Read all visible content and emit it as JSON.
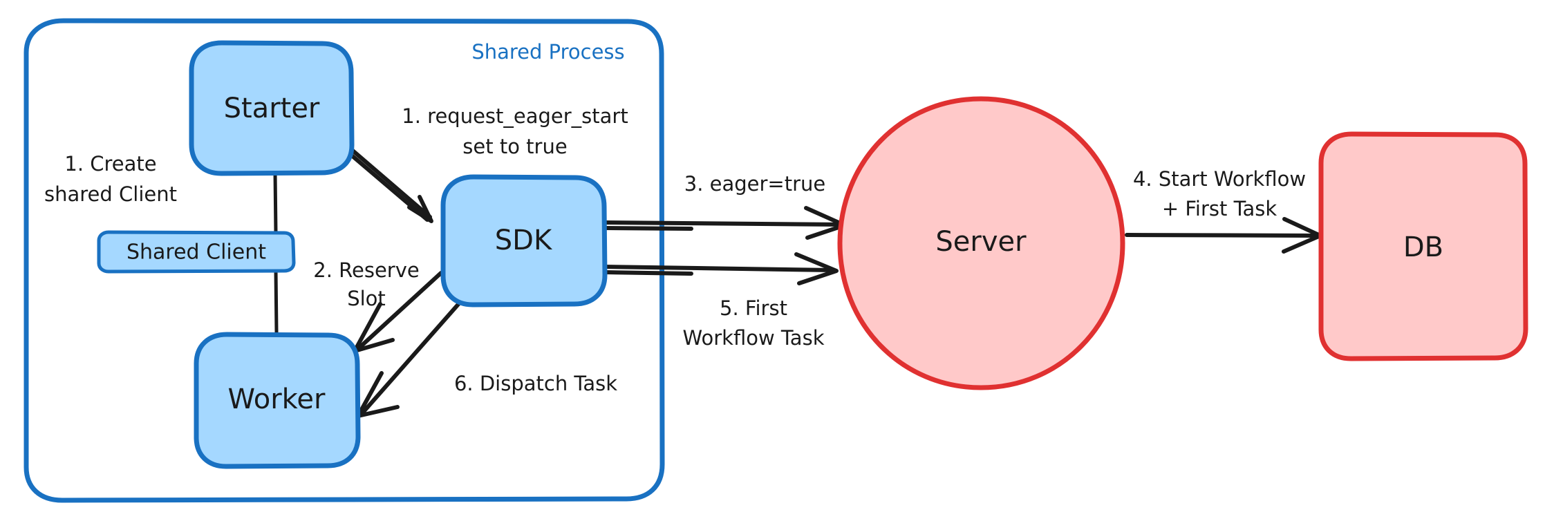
{
  "diagram": {
    "title": "Eager Workflow Start sequence diagram",
    "colors": {
      "blue_fill": "#a5d8ff",
      "blue_stroke": "#1971c2",
      "pink_fill": "#ffc9c9",
      "red_stroke": "#e03131",
      "ink": "#1a1a1a",
      "background": "#ffffff"
    },
    "group": {
      "label": "Shared Process"
    },
    "nodes": {
      "starter": {
        "label": "Starter",
        "shape": "rounded-rect",
        "fill": "#a5d8ff"
      },
      "shared_client": {
        "label": "Shared Client",
        "shape": "rounded-rect",
        "fill": "#a5d8ff"
      },
      "worker": {
        "label": "Worker",
        "shape": "rounded-rect",
        "fill": "#a5d8ff"
      },
      "sdk": {
        "label": "SDK",
        "shape": "rounded-rect",
        "fill": "#a5d8ff"
      },
      "server": {
        "label": "Server",
        "shape": "ellipse",
        "fill": "#ffc9c9"
      },
      "db": {
        "label": "DB",
        "shape": "rounded-rect",
        "fill": "#ffc9c9"
      }
    },
    "edges": [
      {
        "id": "e1",
        "label_line1": "1. Create",
        "label_line2": "shared Client",
        "from": "starter",
        "to": "shared-client"
      },
      {
        "id": "e2",
        "label_line1": "1. request_eager_start",
        "label_line2": "set to true",
        "from": "starter",
        "to": "sdk"
      },
      {
        "id": "e3",
        "label_line1": "2. Reserve",
        "label_line2": "Slot",
        "from": "sdk",
        "to": "worker"
      },
      {
        "id": "e4",
        "label_line1": "3. eager=true",
        "label_line2": "",
        "from": "sdk",
        "to": "server"
      },
      {
        "id": "e5",
        "label_line1": "4. Start Workflow",
        "label_line2": "+ First Task",
        "from": "server",
        "to": "db"
      },
      {
        "id": "e6",
        "label_line1": "5. First",
        "label_line2": "Workflow Task",
        "from": "sdk",
        "to": "server"
      },
      {
        "id": "e7",
        "label_line1": "6. Dispatch Task",
        "label_line2": "",
        "from": "sdk",
        "to": "worker"
      }
    ]
  }
}
